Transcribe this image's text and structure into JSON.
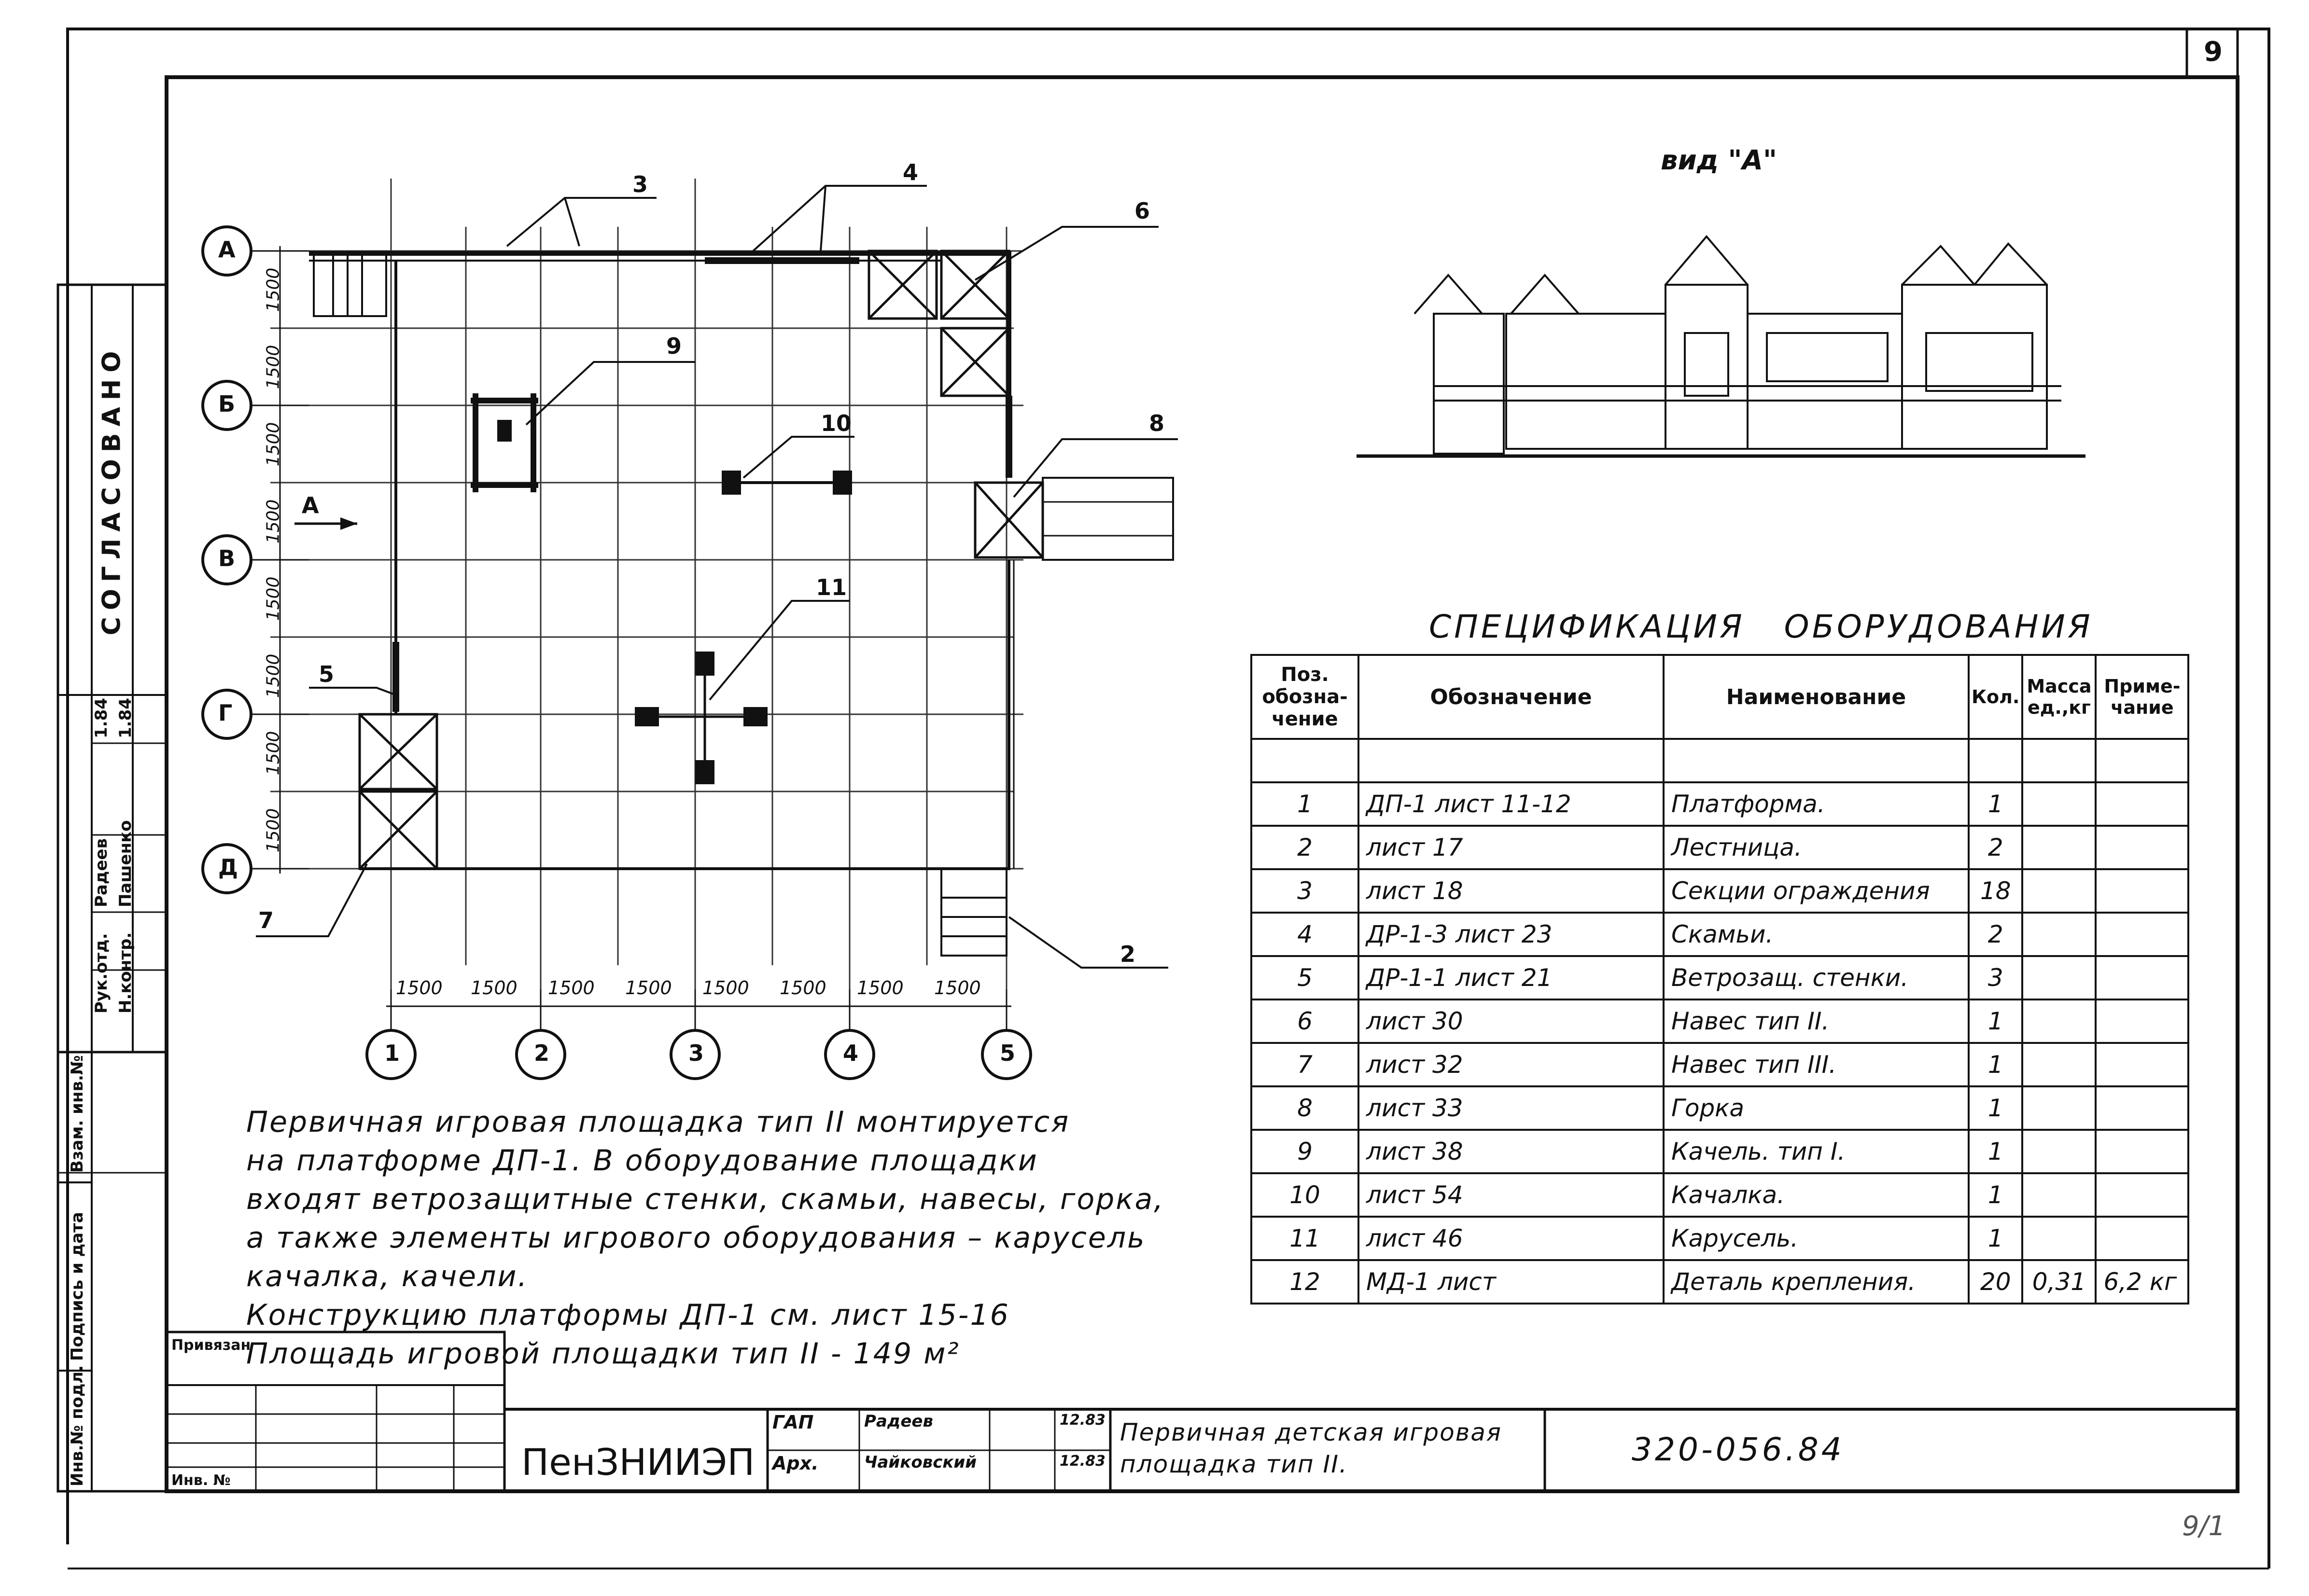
{
  "sheet": {
    "number": "9",
    "doc_code": "320-056.84",
    "bureau": "ПенЗНИИЭП",
    "corner_mark": "9/1"
  },
  "view": {
    "title": "вид \"А\""
  },
  "spec": {
    "title": "СПЕЦИФИКАЦИЯ   ОБОРУДОВАНИЯ",
    "headers": [
      "Поз. обозна-чение",
      "Обозначение",
      "Наименование",
      "Кол.",
      "Масса ед.,кг",
      "Приме-чание"
    ],
    "rows": [
      [
        "",
        "",
        "",
        "",
        "",
        ""
      ],
      [
        "1",
        "ДП-1  лист 11-12",
        "Платформа.",
        "1",
        "",
        ""
      ],
      [
        "2",
        "лист 17",
        "Лестница.",
        "2",
        "",
        ""
      ],
      [
        "3",
        "лист 18",
        "Секции ограждения",
        "18",
        "",
        ""
      ],
      [
        "4",
        "ДР-1-3 лист 23",
        "Скамьи.",
        "2",
        "",
        ""
      ],
      [
        "5",
        "ДР-1-1 лист 21",
        "Ветрозащ. стенки.",
        "3",
        "",
        ""
      ],
      [
        "6",
        "лист  30",
        "Навес тип II.",
        "1",
        "",
        ""
      ],
      [
        "7",
        "лист  32",
        "Навес тип III.",
        "1",
        "",
        ""
      ],
      [
        "8",
        "лист  33",
        "Горка",
        "1",
        "",
        ""
      ],
      [
        "9",
        "лист  38",
        "Качель. тип I.",
        "1",
        "",
        ""
      ],
      [
        "10",
        "лист  54",
        "Качалка.",
        "1",
        "",
        ""
      ],
      [
        "11",
        "лист  46",
        "Карусель.",
        "1",
        "",
        ""
      ],
      [
        "12",
        "МД-1  лист",
        "Деталь крепления.",
        "20",
        "0,31",
        "6,2 кг"
      ]
    ]
  },
  "plan": {
    "axes_rows": [
      "А",
      "Б",
      "В",
      "Г",
      "Д"
    ],
    "axes_cols": [
      "1",
      "2",
      "3",
      "4",
      "5"
    ],
    "spacing": "1500",
    "dims_bottom": [
      "1500",
      "1500",
      "1500",
      "1500",
      "1500",
      "1500",
      "1500",
      "1500"
    ],
    "dims_left": [
      "1500",
      "1500",
      "1500",
      "1500",
      "1500",
      "1500",
      "1500",
      "1500"
    ],
    "callouts": [
      "3",
      "4",
      "6",
      "9",
      "10",
      "8",
      "11",
      "5",
      "7",
      "2"
    ],
    "view_arrow": "А"
  },
  "notes": [
    "Первичная игровая площадка тип II монтируется",
    "на платформе ДП-1. В оборудование площадки",
    "входят ветрозащитные стенки, скамьи, навесы, горка,",
    "а также элементы игрового оборудования – карусель",
    "качалка, качели.",
    "Конструкцию платформы ДП-1 см. лист 15-16",
    "Площадь игровой площадки тип II - 149 м²"
  ],
  "side_stamp": {
    "agreed": "СОГЛАСОВАНО",
    "roles": [
      "Рук.отд.",
      "Н.контр."
    ],
    "names": [
      "Радеев",
      "Пашенко"
    ],
    "dates": [
      "1.84",
      "1.84"
    ],
    "inv": [
      "Инв.№ подл.",
      "Подпись и дата",
      "Взам. инв.№"
    ]
  },
  "title_block": {
    "attached": "Привязан",
    "inv": "Инв. №",
    "roles": [
      "ГАП",
      "Арх."
    ],
    "names": [
      "Радеев",
      "Чайковский"
    ],
    "dates": [
      "12.83",
      "12.83"
    ],
    "title": "Первичная детская игровая площадка тип II."
  }
}
